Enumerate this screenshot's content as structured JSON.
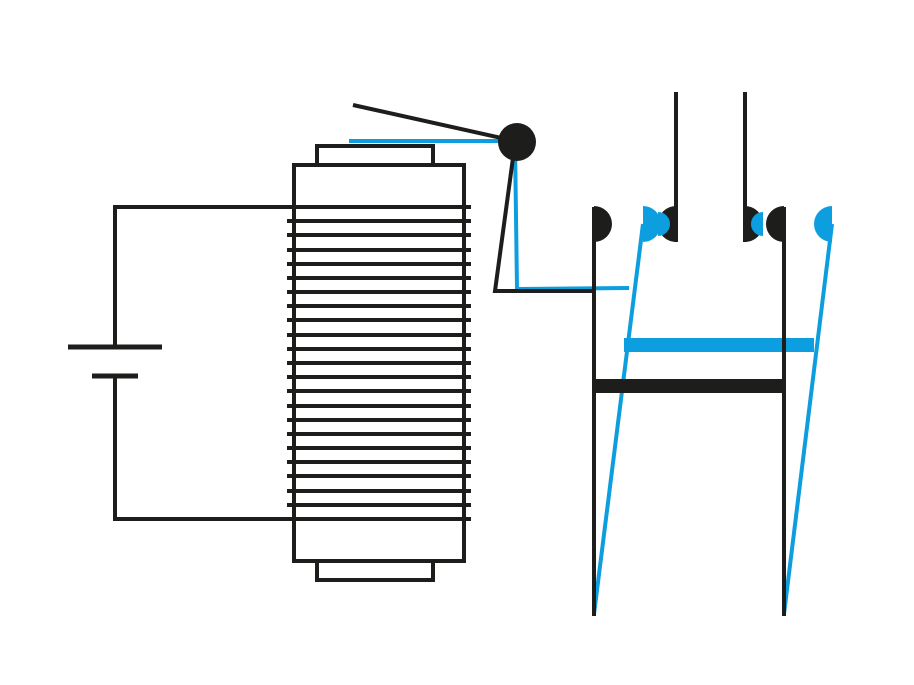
{
  "diagram": {
    "title": "",
    "colors": {
      "primary": "#1d1d1b",
      "accent": "#0d9ee0",
      "background": "#ffffff"
    },
    "components": [
      {
        "id": "battery",
        "icon": "battery-cell-symbol"
      },
      {
        "id": "solenoid-coil",
        "icon": "coil-winding"
      },
      {
        "id": "armature-lever",
        "icon": "pivot-lever"
      },
      {
        "id": "contact-frame",
        "icon": "switch-contacts"
      }
    ],
    "states": [
      "rest",
      "actuated"
    ]
  }
}
